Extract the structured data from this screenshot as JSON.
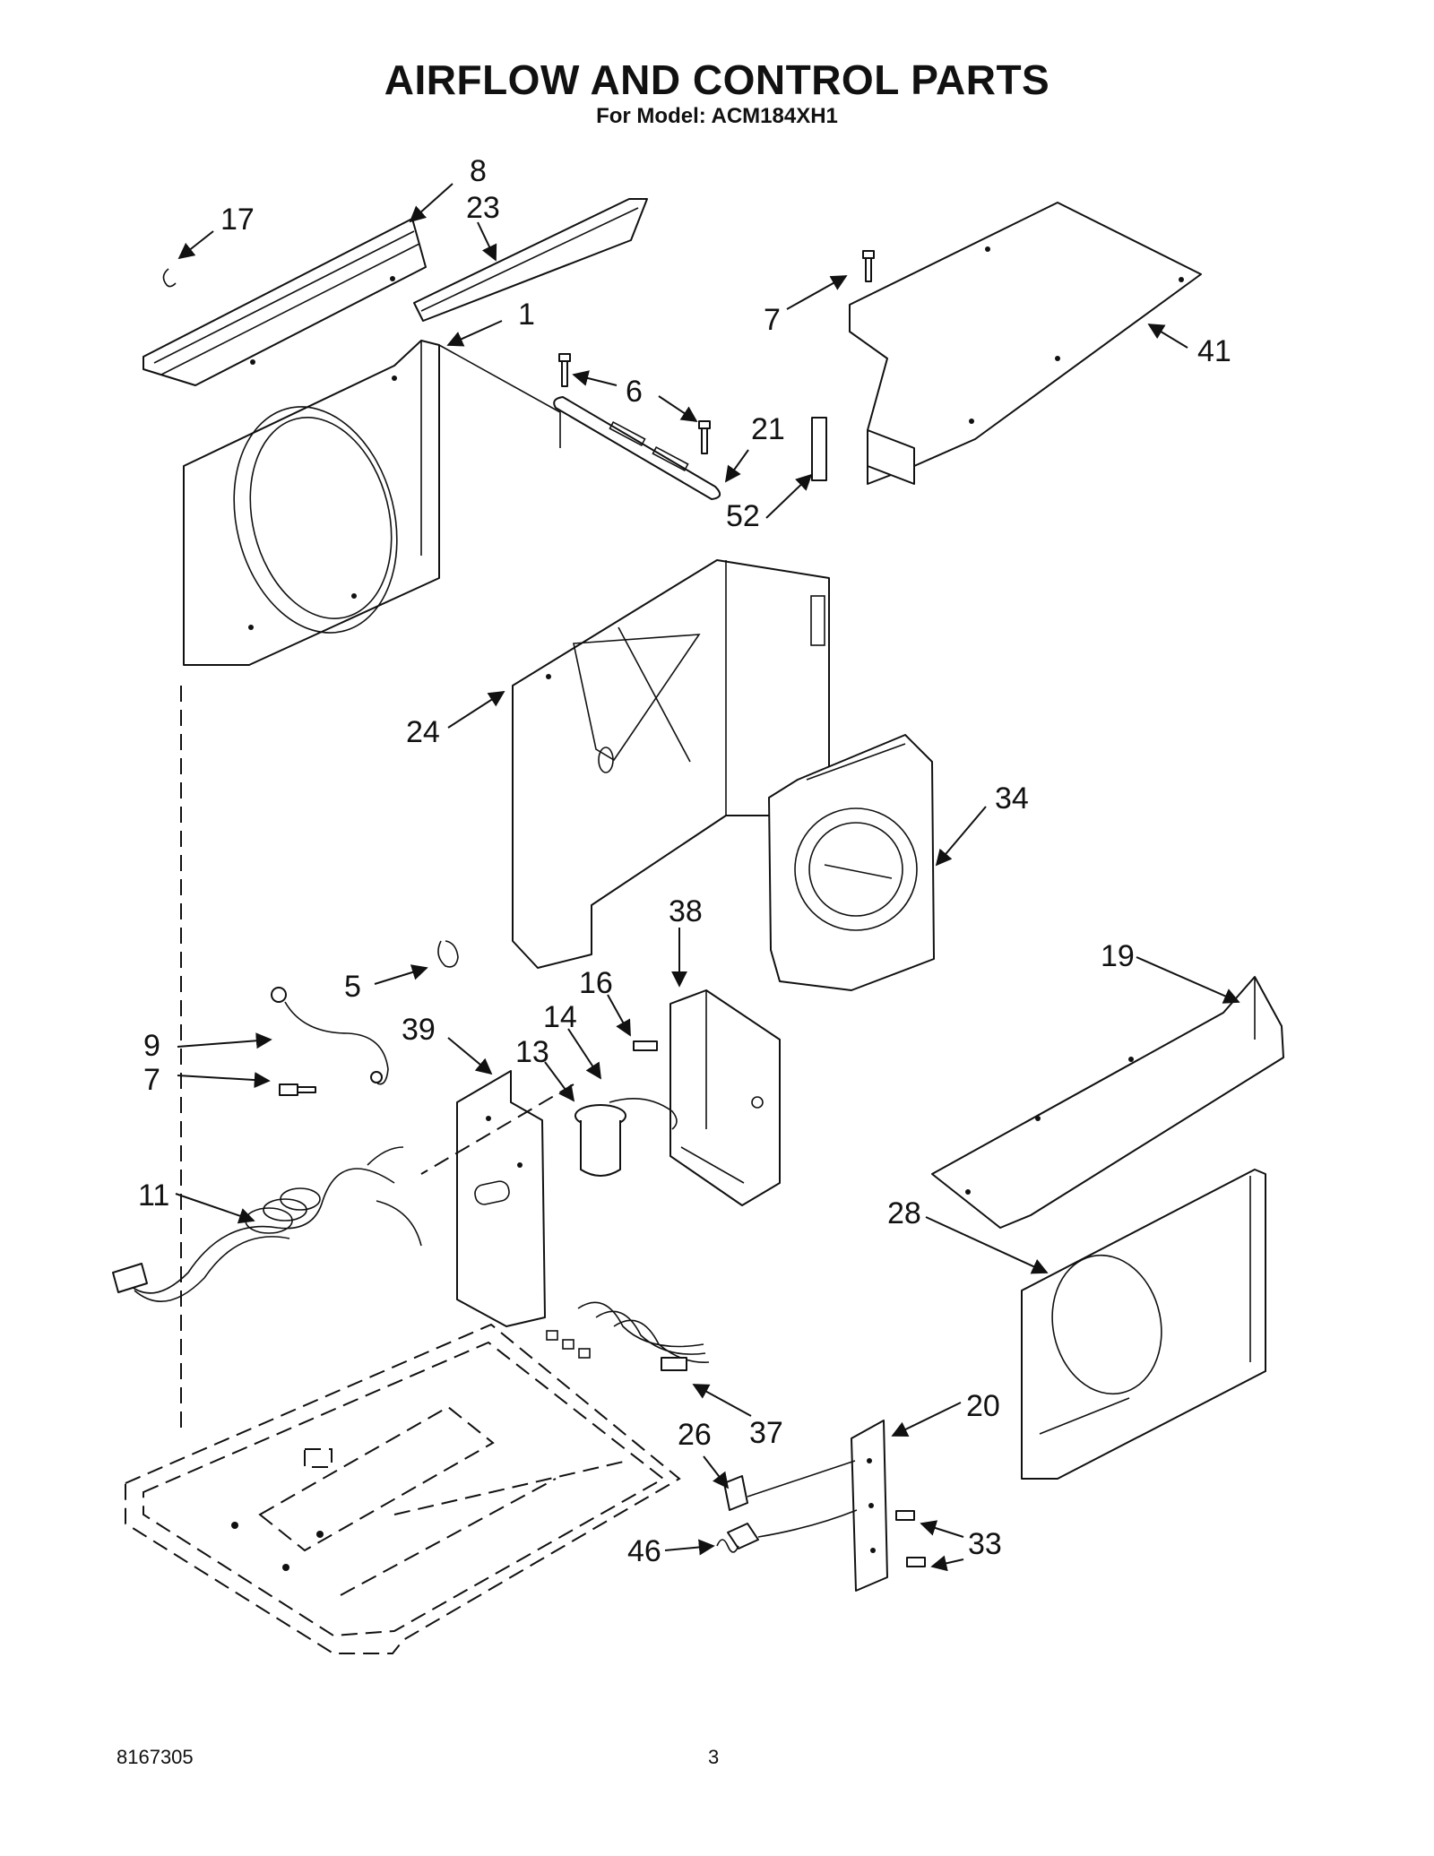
{
  "header": {
    "title": "AIRFLOW AND CONTROL PARTS",
    "subtitle": "For Model: ACM184XH1"
  },
  "footer": {
    "doc_number": "8167305",
    "page_number": "3"
  },
  "callouts": [
    "8",
    "23",
    "17",
    "1",
    "6",
    "21",
    "7",
    "41",
    "52",
    "24",
    "34",
    "38",
    "5",
    "16",
    "14",
    "13",
    "9",
    "7",
    "39",
    "19",
    "11",
    "28",
    "37",
    "20",
    "26",
    "33",
    "46"
  ]
}
